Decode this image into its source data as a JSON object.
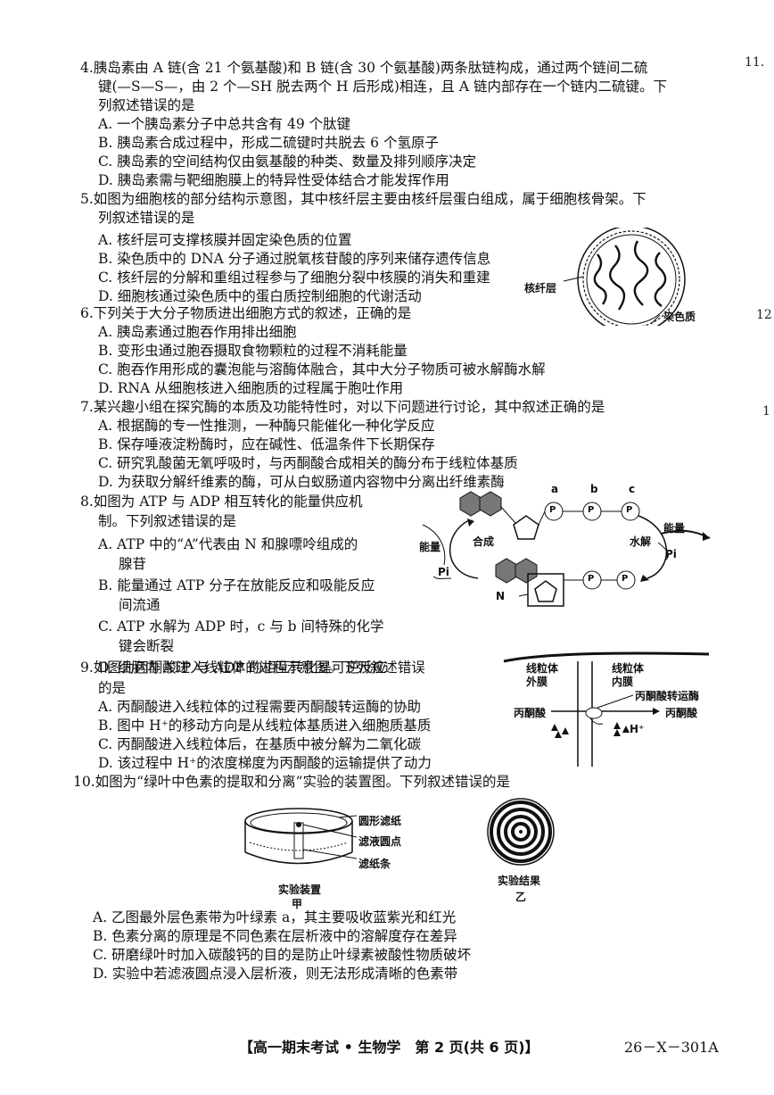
{
  "edge_marks": {
    "top_right": "11.",
    "mid_right": "12",
    "lower_right": "1"
  },
  "q4": {
    "lines": [
      "4.胰岛素由 A 链(含 21 个氨基酸)和 B 链(含 30 个氨基酸)两条肽链构成，通过两个链间二硫",
      "键(—S—S—，由 2 个—SH 脱去两个 H 后形成)相连，且 A 链内部存在一个链内二硫键。下",
      "列叙述错误的是"
    ],
    "options": [
      "A. 一个胰岛素分子中总共含有 49 个肽键",
      "B. 胰岛素合成过程中，形成二硫键时共脱去 6 个氢原子",
      "C. 胰岛素的空间结构仅由氨基酸的种类、数量及排列顺序决定",
      "D. 胰岛素需与靶细胞膜上的特异性受体结合才能发挥作用"
    ]
  },
  "q5": {
    "lines": [
      "5.如图为细胞核的部分结构示意图，其中核纤层主要由核纤层蛋白组成，属于细胞核骨架。下",
      "列叙述错误的是"
    ],
    "options": [
      "A. 核纤层可支撑核膜并固定染色质的位置",
      "B. 染色质中的 DNA 分子通过脱氧核苷酸的序列来储存遗传信息",
      "C. 核纤层的分解和重组过程参与了细胞分裂中核膜的消失和重建",
      "D. 细胞核通过染色质中的蛋白质控制细胞的代谢活动"
    ],
    "figure_labels": {
      "lamina": "核纤层",
      "chromatin": "染色质"
    }
  },
  "q6": {
    "lines": [
      "6.下列关于大分子物质进出细胞方式的叙述，正确的是"
    ],
    "options": [
      "A. 胰岛素通过胞吞作用排出细胞",
      "B. 变形虫通过胞吞摄取食物颗粒的过程不消耗能量",
      "C. 胞吞作用形成的囊泡能与溶酶体融合，其中大分子物质可被水解酶水解",
      "D. RNA 从细胞核进入细胞质的过程属于胞吐作用"
    ]
  },
  "q7": {
    "lines": [
      "7.某兴趣小组在探究酶的本质及功能特性时，对以下问题进行讨论，其中叙述正确的是"
    ],
    "options": [
      "A. 根据酶的专一性推测，一种酶只能催化一种化学反应",
      "B. 保存唾液淀粉酶时，应在碱性、低温条件下长期保存",
      "C. 研究乳酸菌无氧呼吸时，与丙酮酸合成相关的酶分布于线粒体基质",
      "D. 为获取分解纤维素的酶，可从白蚁肠道内容物中分离出纤维素酶"
    ]
  },
  "q8": {
    "lines": [
      "8.如图为 ATP 与 ADP 相互转化的能量供应机",
      "制。下列叙述错误的是"
    ],
    "options": [
      [
        "A. ATP 中的“A”代表由 N 和腺嘌呤组成的",
        "腺苷"
      ],
      [
        "B. 能量通过 ATP 分子在放能反应和吸能反应",
        "间流通"
      ],
      [
        "C. ATP 水解为 ADP 时，c 与 b 间特殊的化学",
        "键会断裂"
      ],
      [
        "D. 细胞内 ATP 与 ADP 的相互转化是可逆反应"
      ]
    ],
    "figure_labels": {
      "a": "a",
      "b": "b",
      "c": "c",
      "p": "P",
      "energy_left": "能量",
      "energy_right": "能量",
      "synthesis": "合成",
      "hydrolysis": "水解",
      "pi_left": "Pi",
      "pi_right": "Pi",
      "n": "N"
    }
  },
  "q9": {
    "lines": [
      "9.如图为丙酮酸进入线粒体的过程示意图。下列叙述错误",
      "的是"
    ],
    "options": [
      "A. 丙酮酸进入线粒体的过程需要丙酮酸转运酶的协助",
      "B. 图中 H⁺的移动方向是从线粒体基质进入细胞质基质",
      "C. 丙酮酸进入线粒体后，在基质中被分解为二氧化碳",
      "D. 该过程中 H⁺的浓度梯度为丙酮酸的运输提供了动力"
    ],
    "figure_labels": {
      "outer": [
        "线粒体",
        "外膜"
      ],
      "inner": [
        "线粒体",
        "内膜"
      ],
      "enzyme": "丙酮酸转运酶",
      "pyruvate_left": "丙酮酸",
      "pyruvate_right": "丙酮酸",
      "h": "H⁺"
    }
  },
  "q10": {
    "lines": [
      "10.如图为“绿叶中色素的提取和分离”实验的装置图。下列叙述错误的是"
    ],
    "options": [
      "A. 乙图最外层色素带为叶绿素 a，其主要吸收蓝紫光和红光",
      "B. 色素分离的原理是不同色素在层析液中的溶解度存在差异",
      "C. 研磨绿叶时加入碳酸钙的目的是防止叶绿素被酸性物质破坏",
      "D. 实验中若滤液圆点浸入层析液，则无法形成清晰的色素带"
    ],
    "figure_labels": {
      "filter_paper": "圆形滤纸",
      "dot": "滤液圆点",
      "strip": "滤纸条",
      "setup": "实验装置",
      "result": "实验结果",
      "jia": "甲",
      "yi": "乙"
    }
  },
  "footer": {
    "title": "【高一期末考试 • 生物学　第 2 页(共 6 页)】",
    "code": "26－X－301A"
  }
}
